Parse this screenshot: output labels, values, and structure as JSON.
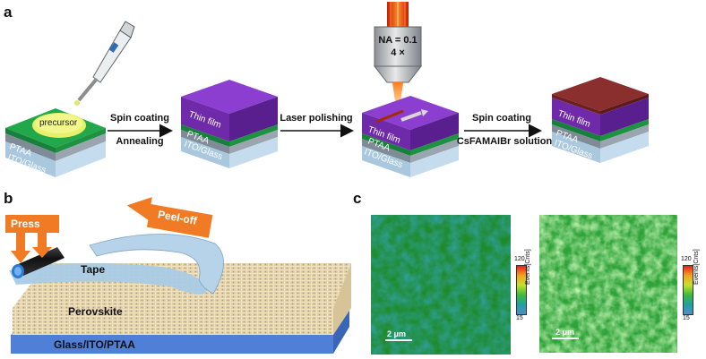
{
  "panels": {
    "a": "a",
    "b": "b",
    "c": "c"
  },
  "panel_a": {
    "sample1": {
      "drop": "precursor",
      "ptaa": "PTAA",
      "substrate": "ITO/Glass"
    },
    "step1": {
      "top": "Spin coating",
      "bottom": "Annealing"
    },
    "sample2": {
      "film": "Thin film",
      "ptaa": "PTAA",
      "substrate": "ITO/Glass"
    },
    "step2": {
      "top": "Laser polishing"
    },
    "objective": {
      "na": "NA = 0.1",
      "mag": "4 ×"
    },
    "sample3": {
      "film": "Thin film",
      "ptaa": "PTAA",
      "substrate": "ITO/Glass"
    },
    "step3": {
      "top": "Spin coating",
      "bottom": "CsFAMAIBr solution"
    },
    "sample4": {
      "film": "Thin film",
      "ptaa": "PTAA",
      "substrate": "ITO/Glass"
    }
  },
  "panel_b": {
    "press": "Press",
    "peel": "Peel-off",
    "tape": "Tape",
    "perovskite": "Perovskite",
    "base": "Glass/ITO/PTAA"
  },
  "panel_c": {
    "left_map": {
      "max": "120",
      "min": "15",
      "unit": "Events[Cnts]",
      "scale": "2 μm"
    },
    "right_map": {
      "max": "120",
      "min": "15",
      "unit": "Events[Cnts]",
      "scale": "2 μm"
    }
  },
  "colors": {
    "film_purple": "#7b2fbe",
    "film_top_dark": "#7a2a2a",
    "ptaa_green": "#22a84a",
    "glass_blue": "#b9d6ea",
    "ito_gray": "#8e9aa6",
    "arrow_orange": "#f07b24",
    "glass_base_blue": "#4f7fd6"
  }
}
